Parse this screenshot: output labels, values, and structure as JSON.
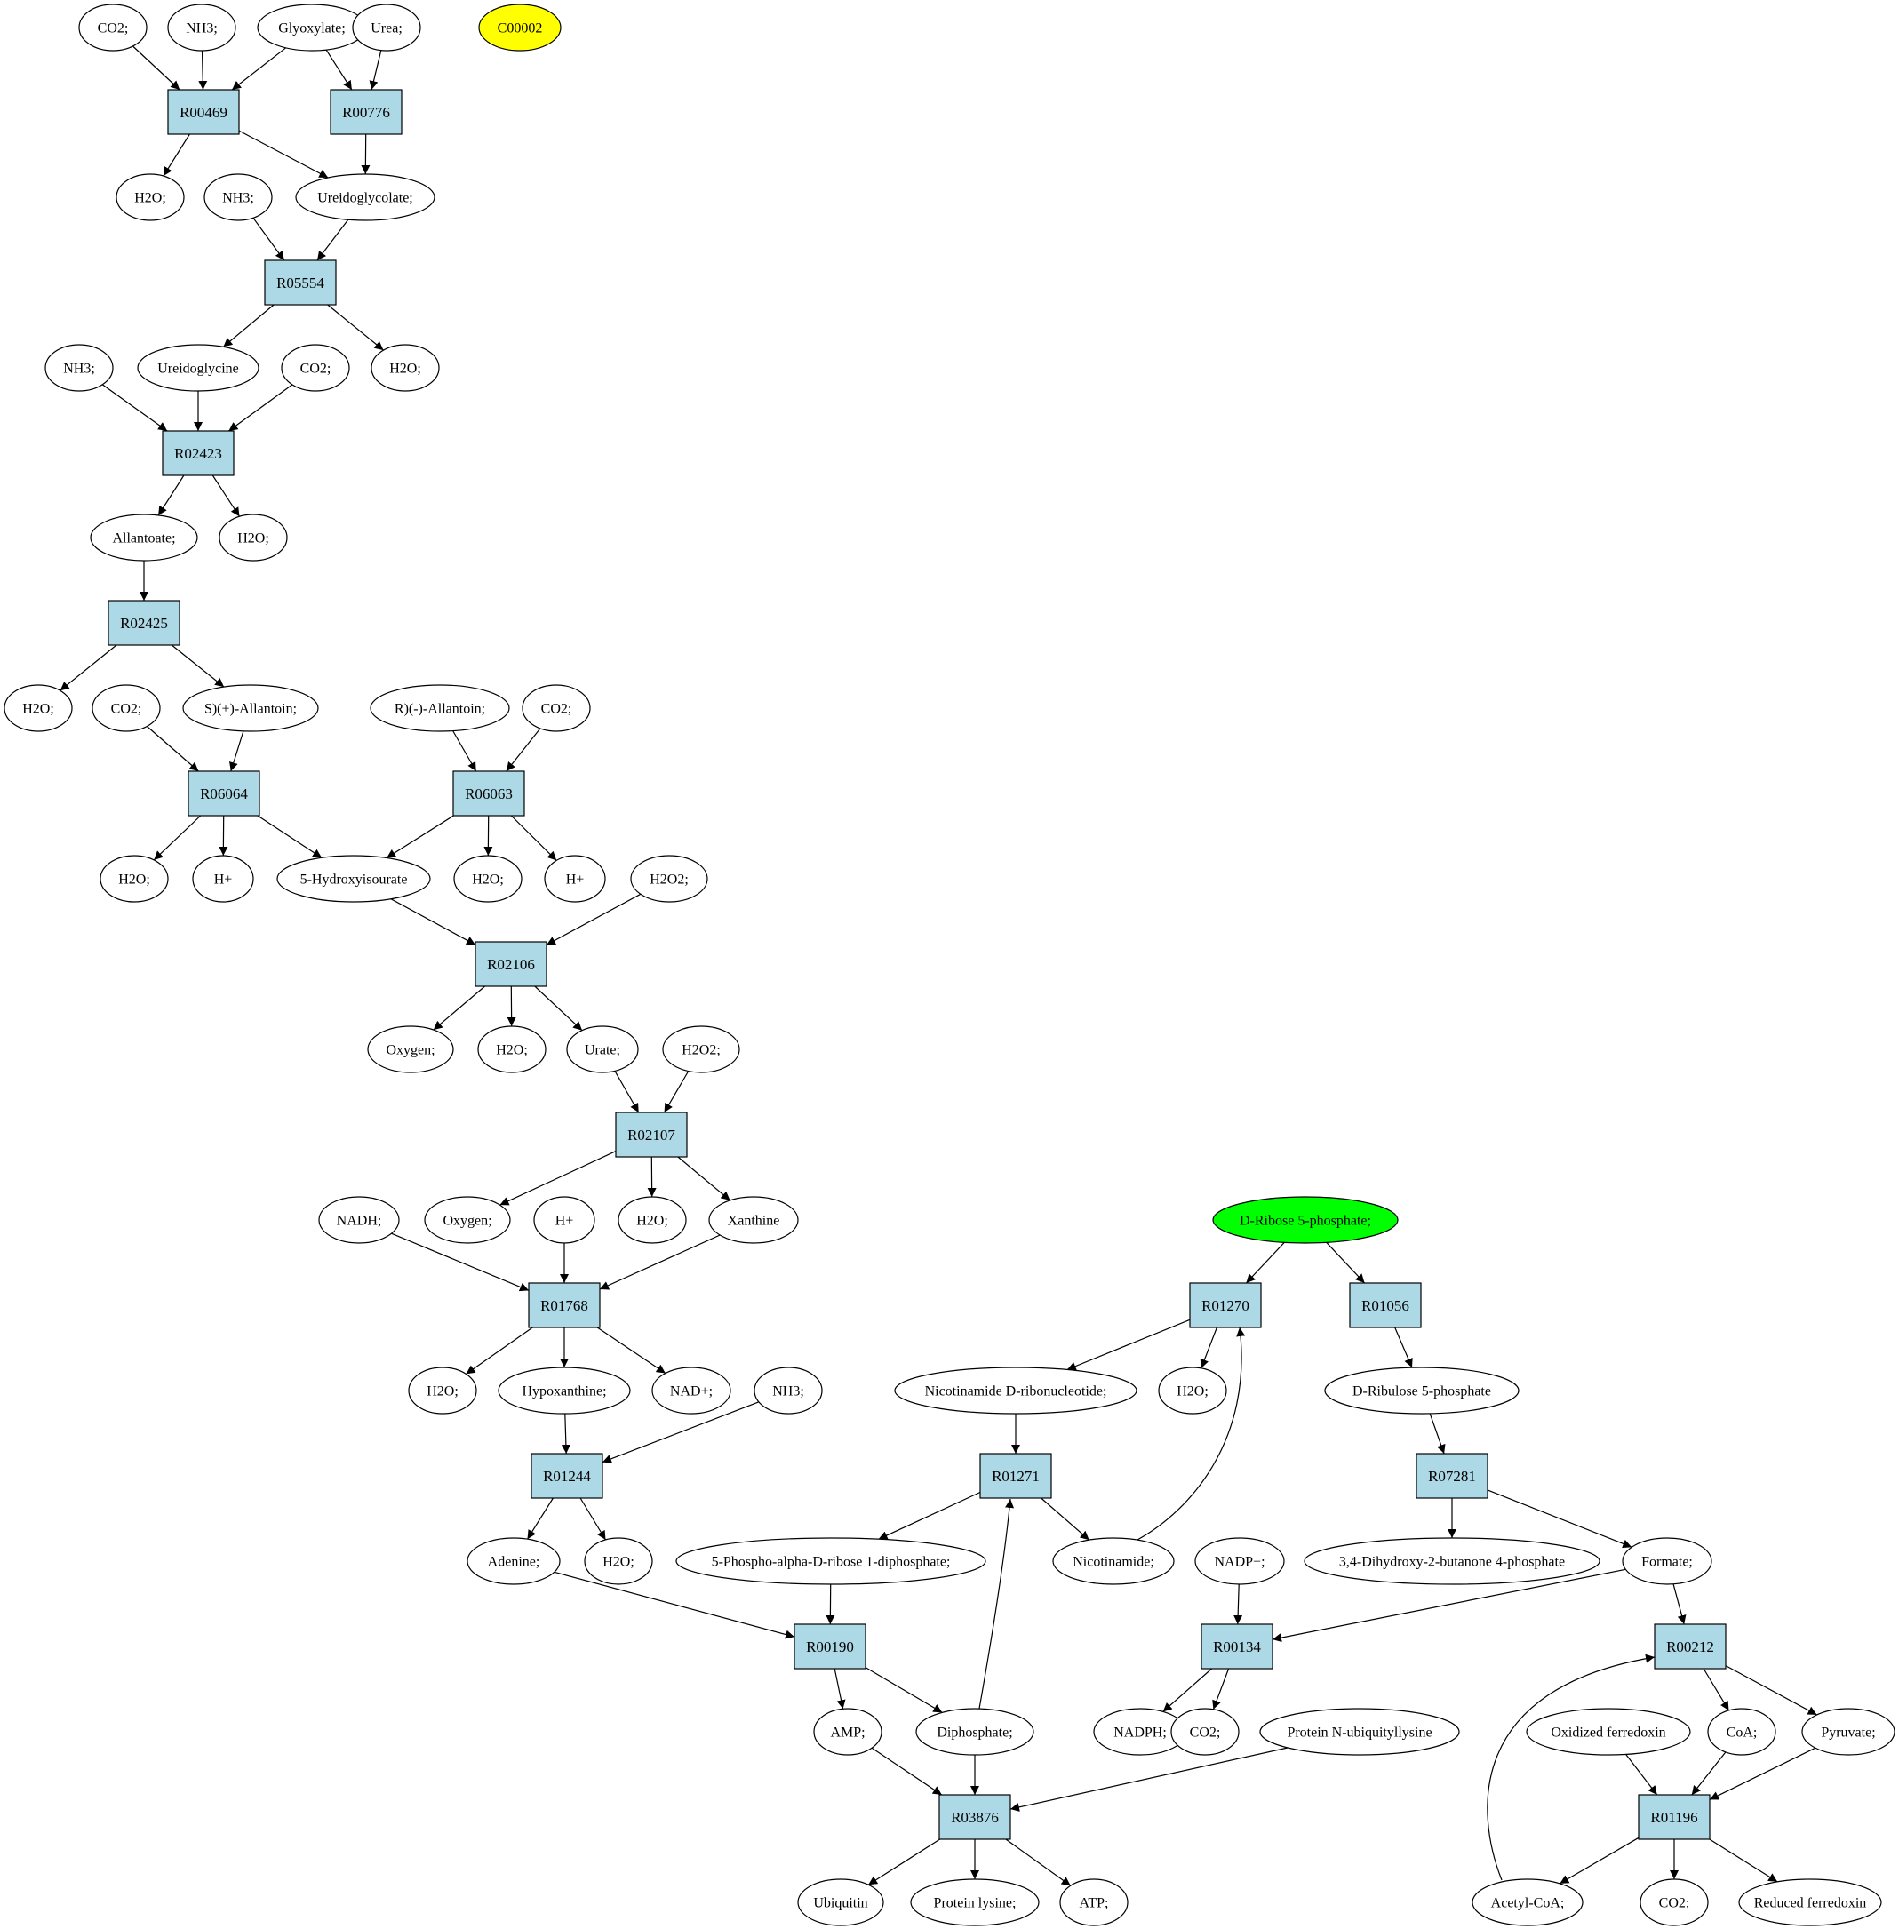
{
  "colors": {
    "reaction_fill": "#add8e6",
    "compound_fill": "#ffffff",
    "start_compound_fill": "#00ff00",
    "highlight_compound_fill": "#ffff00",
    "edge": "#000000"
  },
  "reactions": [
    {
      "id": "r_R00469",
      "label": "R00469"
    },
    {
      "id": "r_R00776",
      "label": "R00776"
    },
    {
      "id": "r_R05554",
      "label": "R05554"
    },
    {
      "id": "r_R02423",
      "label": "R02423"
    },
    {
      "id": "r_R02425",
      "label": "R02425"
    },
    {
      "id": "r_R06064",
      "label": "R06064"
    },
    {
      "id": "r_R06063",
      "label": "R06063"
    },
    {
      "id": "r_R02106",
      "label": "R02106"
    },
    {
      "id": "r_R02107",
      "label": "R02107"
    },
    {
      "id": "r_R01768",
      "label": "R01768"
    },
    {
      "id": "r_R01244",
      "label": "R01244"
    },
    {
      "id": "r_R00190",
      "label": "R00190"
    },
    {
      "id": "r_R03876",
      "label": "R03876"
    },
    {
      "id": "r_R01270",
      "label": "R01270"
    },
    {
      "id": "r_R01056",
      "label": "R01056"
    },
    {
      "id": "r_R01271",
      "label": "R01271"
    },
    {
      "id": "r_R07281",
      "label": "R07281"
    },
    {
      "id": "r_R00134",
      "label": "R00134"
    },
    {
      "id": "r_R00212",
      "label": "R00212"
    },
    {
      "id": "r_R01196",
      "label": "R01196"
    }
  ],
  "compounds": [
    {
      "id": "c_co2_1",
      "label": "CO2;",
      "style": "normal"
    },
    {
      "id": "c_nh3_1",
      "label": "NH3;",
      "style": "normal"
    },
    {
      "id": "c_glyoxylate",
      "label": "Glyoxylate;",
      "style": "normal"
    },
    {
      "id": "c_urea",
      "label": "Urea;",
      "style": "normal"
    },
    {
      "id": "c_C00002",
      "label": "C00002",
      "style": "highlight"
    },
    {
      "id": "c_h2o_1",
      "label": "H2O;",
      "style": "normal"
    },
    {
      "id": "c_nh3_2",
      "label": "NH3;",
      "style": "normal"
    },
    {
      "id": "c_ureidoglycolate",
      "label": "Ureidoglycolate;",
      "style": "normal"
    },
    {
      "id": "c_nh3_3",
      "label": "NH3;",
      "style": "normal"
    },
    {
      "id": "c_ureidoglycine",
      "label": "Ureidoglycine",
      "style": "normal"
    },
    {
      "id": "c_co2_2",
      "label": "CO2;",
      "style": "normal"
    },
    {
      "id": "c_h2o_2",
      "label": "H2O;",
      "style": "normal"
    },
    {
      "id": "c_allantoate",
      "label": "Allantoate;",
      "style": "normal"
    },
    {
      "id": "c_h2o_3",
      "label": "H2O;",
      "style": "normal"
    },
    {
      "id": "c_h2o_4",
      "label": "H2O;",
      "style": "normal"
    },
    {
      "id": "c_co2_3",
      "label": "CO2;",
      "style": "normal"
    },
    {
      "id": "c_s_allantoin",
      "label": "S)(+)-Allantoin;",
      "style": "normal"
    },
    {
      "id": "c_r_allantoin",
      "label": "R)(-)-Allantoin;",
      "style": "normal"
    },
    {
      "id": "c_co2_4",
      "label": "CO2;",
      "style": "normal"
    },
    {
      "id": "c_h2o_5",
      "label": "H2O;",
      "style": "normal"
    },
    {
      "id": "c_hplus_1",
      "label": "H+",
      "style": "normal"
    },
    {
      "id": "c_hydroxyisourate",
      "label": "5-Hydroxyisourate",
      "style": "normal"
    },
    {
      "id": "c_h2o_6",
      "label": "H2O;",
      "style": "normal"
    },
    {
      "id": "c_hplus_2",
      "label": "H+",
      "style": "normal"
    },
    {
      "id": "c_h2o2_1",
      "label": "H2O2;",
      "style": "normal"
    },
    {
      "id": "c_oxygen_1",
      "label": "Oxygen;",
      "style": "normal"
    },
    {
      "id": "c_h2o_7",
      "label": "H2O;",
      "style": "normal"
    },
    {
      "id": "c_urate",
      "label": "Urate;",
      "style": "normal"
    },
    {
      "id": "c_h2o2_2",
      "label": "H2O2;",
      "style": "normal"
    },
    {
      "id": "c_nadh",
      "label": "NADH;",
      "style": "normal"
    },
    {
      "id": "c_oxygen_2",
      "label": "Oxygen;",
      "style": "normal"
    },
    {
      "id": "c_hplus_3",
      "label": "H+",
      "style": "normal"
    },
    {
      "id": "c_h2o_8",
      "label": "H2O;",
      "style": "normal"
    },
    {
      "id": "c_xanthine",
      "label": "Xanthine",
      "style": "normal"
    },
    {
      "id": "c_h2o_9",
      "label": "H2O;",
      "style": "normal"
    },
    {
      "id": "c_hypoxanthine",
      "label": "Hypoxanthine;",
      "style": "normal"
    },
    {
      "id": "c_nadplus",
      "label": "NAD+;",
      "style": "normal"
    },
    {
      "id": "c_nh3_4",
      "label": "NH3;",
      "style": "normal"
    },
    {
      "id": "c_adenine",
      "label": "Adenine;",
      "style": "normal"
    },
    {
      "id": "c_h2o_10",
      "label": "H2O;",
      "style": "normal"
    },
    {
      "id": "c_prpp",
      "label": "5-Phospho-alpha-D-ribose 1-diphosphate;",
      "style": "normal"
    },
    {
      "id": "c_amp",
      "label": "AMP;",
      "style": "normal"
    },
    {
      "id": "c_diphosphate",
      "label": "Diphosphate;",
      "style": "normal"
    },
    {
      "id": "c_ubiquitin",
      "label": "Ubiquitin",
      "style": "normal"
    },
    {
      "id": "c_protein_lysine",
      "label": "Protein lysine;",
      "style": "normal"
    },
    {
      "id": "c_atp",
      "label": "ATP;",
      "style": "normal"
    },
    {
      "id": "c_protein_ub",
      "label": "Protein N-ubiquityllysine",
      "style": "normal"
    },
    {
      "id": "c_ribose5p",
      "label": "D-Ribose 5-phosphate;",
      "style": "start"
    },
    {
      "id": "c_nmn",
      "label": "Nicotinamide D-ribonucleotide;",
      "style": "normal"
    },
    {
      "id": "c_h2o_11",
      "label": "H2O;",
      "style": "normal"
    },
    {
      "id": "c_ribulose5p",
      "label": "D-Ribulose 5-phosphate",
      "style": "normal"
    },
    {
      "id": "c_nicotinamide",
      "label": "Nicotinamide;",
      "style": "normal"
    },
    {
      "id": "c_nadpplus",
      "label": "NADP+;",
      "style": "normal"
    },
    {
      "id": "c_dhbp",
      "label": "3,4-Dihydroxy-2-butanone 4-phosphate",
      "style": "normal"
    },
    {
      "id": "c_formate",
      "label": "Formate;",
      "style": "normal"
    },
    {
      "id": "c_nadph",
      "label": "NADPH;",
      "style": "normal"
    },
    {
      "id": "c_co2_5",
      "label": "CO2;",
      "style": "normal"
    },
    {
      "id": "c_ox_ferredoxin",
      "label": "Oxidized ferredoxin",
      "style": "normal"
    },
    {
      "id": "c_coa",
      "label": "CoA;",
      "style": "normal"
    },
    {
      "id": "c_pyruvate",
      "label": "Pyruvate;",
      "style": "normal"
    },
    {
      "id": "c_acetylcoa",
      "label": "Acetyl-CoA;",
      "style": "normal"
    },
    {
      "id": "c_co2_6",
      "label": "CO2;",
      "style": "normal"
    },
    {
      "id": "c_red_ferredoxin",
      "label": "Reduced ferredoxin",
      "style": "normal"
    }
  ],
  "edges": [
    {
      "from": "c_co2_1",
      "to": "r_R00469"
    },
    {
      "from": "c_nh3_1",
      "to": "r_R00469"
    },
    {
      "from": "c_glyoxylate",
      "to": "r_R00469"
    },
    {
      "from": "c_glyoxylate",
      "to": "r_R00776"
    },
    {
      "from": "c_urea",
      "to": "r_R00776"
    },
    {
      "from": "r_R00469",
      "to": "c_h2o_1"
    },
    {
      "from": "r_R00469",
      "to": "c_ureidoglycolate"
    },
    {
      "from": "r_R00776",
      "to": "c_ureidoglycolate"
    },
    {
      "from": "c_nh3_2",
      "to": "r_R05554"
    },
    {
      "from": "c_ureidoglycolate",
      "to": "r_R05554"
    },
    {
      "from": "r_R05554",
      "to": "c_ureidoglycine"
    },
    {
      "from": "r_R05554",
      "to": "c_h2o_2"
    },
    {
      "from": "c_nh3_3",
      "to": "r_R02423"
    },
    {
      "from": "c_ureidoglycine",
      "to": "r_R02423"
    },
    {
      "from": "c_co2_2",
      "to": "r_R02423"
    },
    {
      "from": "r_R02423",
      "to": "c_allantoate"
    },
    {
      "from": "r_R02423",
      "to": "c_h2o_3"
    },
    {
      "from": "c_allantoate",
      "to": "r_R02425"
    },
    {
      "from": "r_R02425",
      "to": "c_h2o_4"
    },
    {
      "from": "r_R02425",
      "to": "c_s_allantoin"
    },
    {
      "from": "c_co2_3",
      "to": "r_R06064"
    },
    {
      "from": "c_s_allantoin",
      "to": "r_R06064"
    },
    {
      "from": "c_r_allantoin",
      "to": "r_R06063"
    },
    {
      "from": "c_co2_4",
      "to": "r_R06063"
    },
    {
      "from": "r_R06064",
      "to": "c_h2o_5"
    },
    {
      "from": "r_R06064",
      "to": "c_hplus_1"
    },
    {
      "from": "r_R06064",
      "to": "c_hydroxyisourate"
    },
    {
      "from": "r_R06063",
      "to": "c_hydroxyisourate"
    },
    {
      "from": "r_R06063",
      "to": "c_h2o_6"
    },
    {
      "from": "r_R06063",
      "to": "c_hplus_2"
    },
    {
      "from": "c_hydroxyisourate",
      "to": "r_R02106"
    },
    {
      "from": "c_h2o2_1",
      "to": "r_R02106"
    },
    {
      "from": "r_R02106",
      "to": "c_oxygen_1"
    },
    {
      "from": "r_R02106",
      "to": "c_h2o_7"
    },
    {
      "from": "r_R02106",
      "to": "c_urate"
    },
    {
      "from": "c_urate",
      "to": "r_R02107"
    },
    {
      "from": "c_h2o2_2",
      "to": "r_R02107"
    },
    {
      "from": "r_R02107",
      "to": "c_oxygen_2"
    },
    {
      "from": "r_R02107",
      "to": "c_h2o_8"
    },
    {
      "from": "r_R02107",
      "to": "c_xanthine"
    },
    {
      "from": "c_nadh",
      "to": "r_R01768"
    },
    {
      "from": "c_hplus_3",
      "to": "r_R01768"
    },
    {
      "from": "c_xanthine",
      "to": "r_R01768"
    },
    {
      "from": "r_R01768",
      "to": "c_h2o_9"
    },
    {
      "from": "r_R01768",
      "to": "c_hypoxanthine"
    },
    {
      "from": "r_R01768",
      "to": "c_nadplus"
    },
    {
      "from": "c_hypoxanthine",
      "to": "r_R01244"
    },
    {
      "from": "c_nh3_4",
      "to": "r_R01244"
    },
    {
      "from": "r_R01244",
      "to": "c_adenine"
    },
    {
      "from": "r_R01244",
      "to": "c_h2o_10"
    },
    {
      "from": "c_adenine",
      "to": "r_R00190"
    },
    {
      "from": "c_prpp",
      "to": "r_R00190"
    },
    {
      "from": "r_R00190",
      "to": "c_amp"
    },
    {
      "from": "r_R00190",
      "to": "c_diphosphate"
    },
    {
      "from": "c_amp",
      "to": "r_R03876"
    },
    {
      "from": "c_diphosphate",
      "to": "r_R03876"
    },
    {
      "from": "c_protein_ub",
      "to": "r_R03876"
    },
    {
      "from": "c_diphosphate",
      "to": "r_R01271",
      "curve": "diphos-r01271"
    },
    {
      "from": "r_R03876",
      "to": "c_ubiquitin"
    },
    {
      "from": "r_R03876",
      "to": "c_protein_lysine"
    },
    {
      "from": "r_R03876",
      "to": "c_atp"
    },
    {
      "from": "c_ribose5p",
      "to": "r_R01270"
    },
    {
      "from": "c_ribose5p",
      "to": "r_R01056"
    },
    {
      "from": "r_R01270",
      "to": "c_nmn"
    },
    {
      "from": "r_R01270",
      "to": "c_h2o_11"
    },
    {
      "from": "c_nicotinamide",
      "to": "r_R01270",
      "curve": "nicotinamide-r01270"
    },
    {
      "from": "r_R01056",
      "to": "c_ribulose5p"
    },
    {
      "from": "c_nmn",
      "to": "r_R01271"
    },
    {
      "from": "r_R01271",
      "to": "c_prpp"
    },
    {
      "from": "r_R01271",
      "to": "c_nicotinamide"
    },
    {
      "from": "c_ribulose5p",
      "to": "r_R07281"
    },
    {
      "from": "r_R07281",
      "to": "c_dhbp"
    },
    {
      "from": "r_R07281",
      "to": "c_formate"
    },
    {
      "from": "c_nadpplus",
      "to": "r_R00134"
    },
    {
      "from": "c_formate",
      "to": "r_R00134"
    },
    {
      "from": "c_formate",
      "to": "r_R00212"
    },
    {
      "from": "r_R00134",
      "to": "c_nadph"
    },
    {
      "from": "r_R00134",
      "to": "c_co2_5"
    },
    {
      "from": "c_acetylcoa",
      "to": "r_R00212",
      "curve": "acetylcoa-r00212"
    },
    {
      "from": "r_R00212",
      "to": "c_coa"
    },
    {
      "from": "r_R00212",
      "to": "c_pyruvate"
    },
    {
      "from": "c_ox_ferredoxin",
      "to": "r_R01196"
    },
    {
      "from": "c_coa",
      "to": "r_R01196"
    },
    {
      "from": "c_pyruvate",
      "to": "r_R01196"
    },
    {
      "from": "r_R01196",
      "to": "c_acetylcoa"
    },
    {
      "from": "r_R01196",
      "to": "c_co2_6"
    },
    {
      "from": "r_R01196",
      "to": "c_red_ferredoxin"
    }
  ]
}
